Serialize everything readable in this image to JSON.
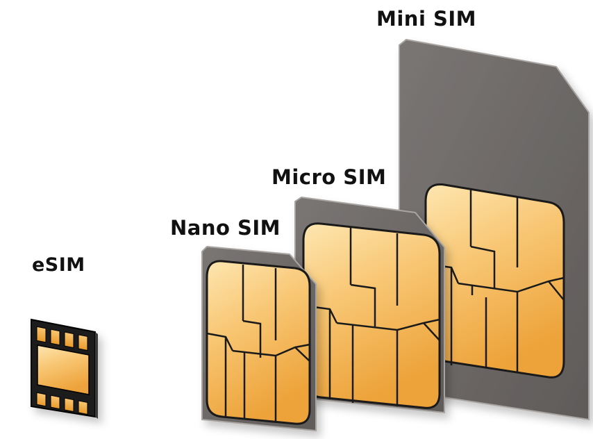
{
  "labels": {
    "mini": "Mini SIM",
    "micro": "Micro SIM",
    "nano": "Nano SIM",
    "esim": "eSIM"
  },
  "colors": {
    "card": "#6f6b69",
    "card_edge": "#a19d9a",
    "chip_light": "#fde2a6",
    "chip_mid": "#f7c067",
    "chip_dark": "#e89c2e",
    "chip_line": "#1a1a1a",
    "esim_body": "#1b1b1b",
    "esim_pad": "#f2ae45"
  }
}
